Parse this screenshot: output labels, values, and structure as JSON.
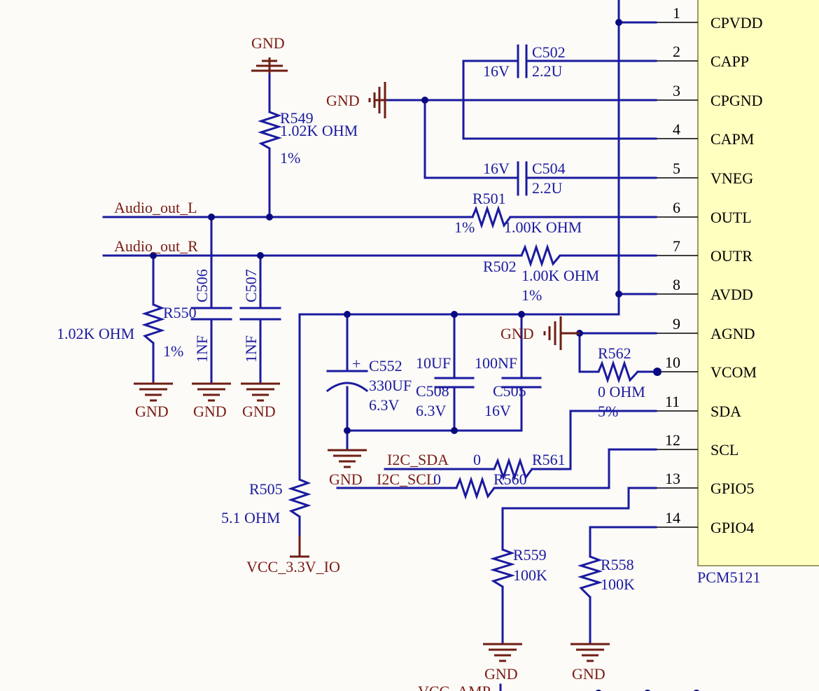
{
  "chip": {
    "name": "PCM5121",
    "pins": [
      {
        "num": "1",
        "name": "CPVDD"
      },
      {
        "num": "2",
        "name": "CAPP"
      },
      {
        "num": "3",
        "name": "CPGND"
      },
      {
        "num": "4",
        "name": "CAPM"
      },
      {
        "num": "5",
        "name": "VNEG"
      },
      {
        "num": "6",
        "name": "OUTL"
      },
      {
        "num": "7",
        "name": "OUTR"
      },
      {
        "num": "8",
        "name": "AVDD"
      },
      {
        "num": "9",
        "name": "AGND"
      },
      {
        "num": "10",
        "name": "VCOM"
      },
      {
        "num": "11",
        "name": "SDA"
      },
      {
        "num": "12",
        "name": "SCL"
      },
      {
        "num": "13",
        "name": "GPIO5"
      },
      {
        "num": "14",
        "name": "GPIO4"
      }
    ]
  },
  "nets": {
    "gnd": "GND",
    "audio_l": "Audio_out_L",
    "audio_r": "Audio_out_R",
    "i2c_sda": "I2C_SDA",
    "i2c_scl": "I2C_SCL",
    "vcc_io": "VCC_3.3V_IO",
    "vcc_amp": "VCC_AMP"
  },
  "components": {
    "c502": {
      "ref": "C502",
      "voltage": "16V",
      "value": "2.2U"
    },
    "c504": {
      "ref": "C504",
      "voltage": "16V",
      "value": "2.2U"
    },
    "r549": {
      "ref": "R549",
      "value": "1.02K OHM",
      "tol": "1%"
    },
    "r501": {
      "ref": "R501",
      "value": "1.00K OHM",
      "tol": "1%"
    },
    "r502": {
      "ref": "R502",
      "value": "1.00K OHM",
      "tol": "1%"
    },
    "r550": {
      "ref": "R550",
      "value": "1.02K OHM",
      "tol": "1%"
    },
    "c506": {
      "ref": "C506",
      "value": "1NF"
    },
    "c507": {
      "ref": "C507",
      "value": "1NF"
    },
    "c552": {
      "ref": "C552",
      "value": "330UF",
      "voltage": "6.3V",
      "plus": "+"
    },
    "c508": {
      "ref": "C508",
      "value": "10UF",
      "voltage": "6.3V"
    },
    "c505": {
      "ref": "C505",
      "value": "100NF",
      "voltage": "16V"
    },
    "r562": {
      "ref": "R562",
      "value": "0 OHM",
      "tol": "5%"
    },
    "r561": {
      "ref": "R561",
      "value": "0"
    },
    "r560": {
      "ref": "R560",
      "value": "0"
    },
    "r505": {
      "ref": "R505",
      "value": "5.1 OHM"
    },
    "r559": {
      "ref": "R559",
      "value": "100K"
    },
    "r558": {
      "ref": "R558",
      "value": "100K"
    }
  }
}
